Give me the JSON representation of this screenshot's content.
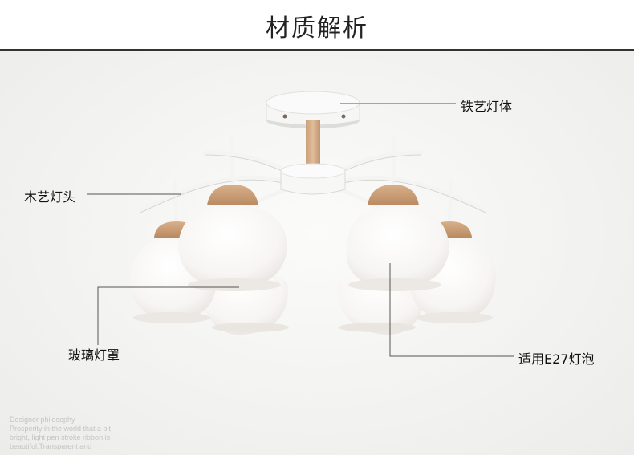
{
  "header": {
    "title": "材质解析"
  },
  "callouts": {
    "iron_body": "铁艺灯体",
    "wood_head": "木艺灯头",
    "glass_shade": "玻璃灯罩",
    "bulb": "适用E27灯泡"
  },
  "watermark": {
    "lines": [
      "Designer philosophy",
      "Prosperity in the world that a bit",
      "bright, light pen stroke ribbon is",
      "beautiful,Transparent and"
    ]
  }
}
